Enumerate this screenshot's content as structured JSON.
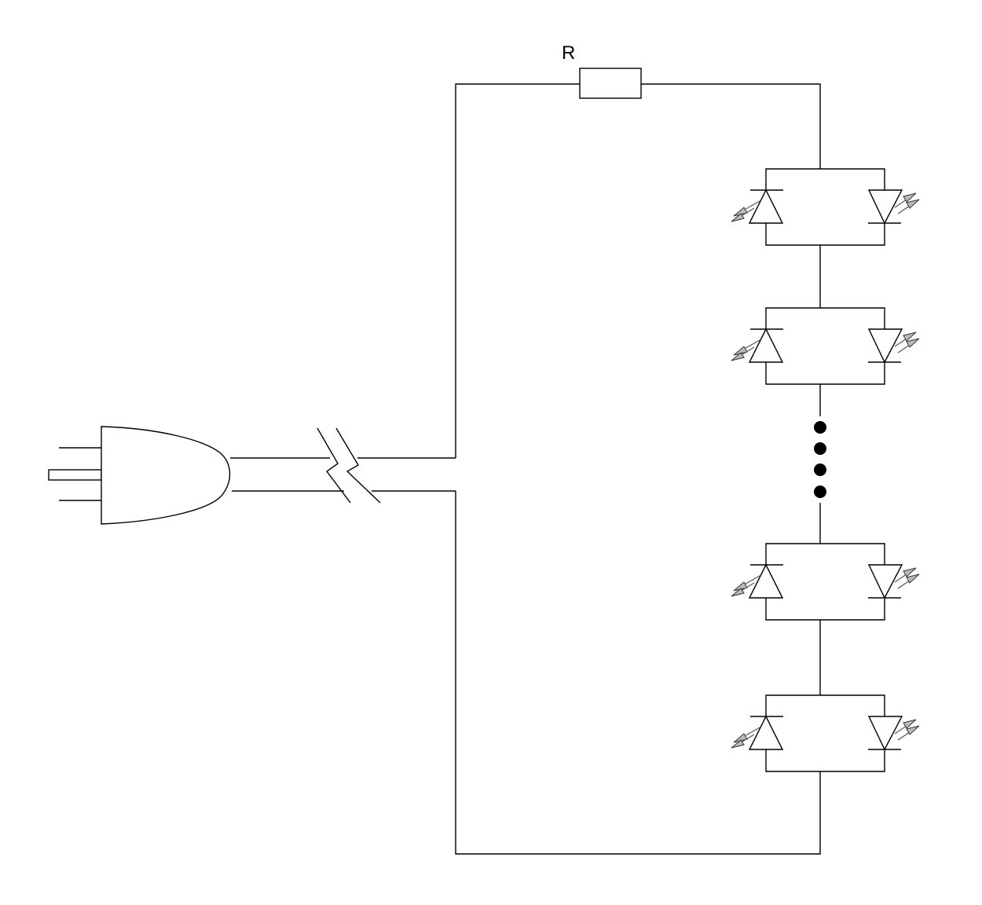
{
  "diagram": {
    "resistor_label": "R",
    "led_pairs_drawn": 4,
    "continuation_dots": 4,
    "colors": {
      "line": "#000000",
      "arrow_fill": "#bbbbbb",
      "background": "#ffffff"
    },
    "icons": [
      "plug-icon",
      "resistor-icon",
      "led-icon",
      "break-mark-icon"
    ]
  }
}
